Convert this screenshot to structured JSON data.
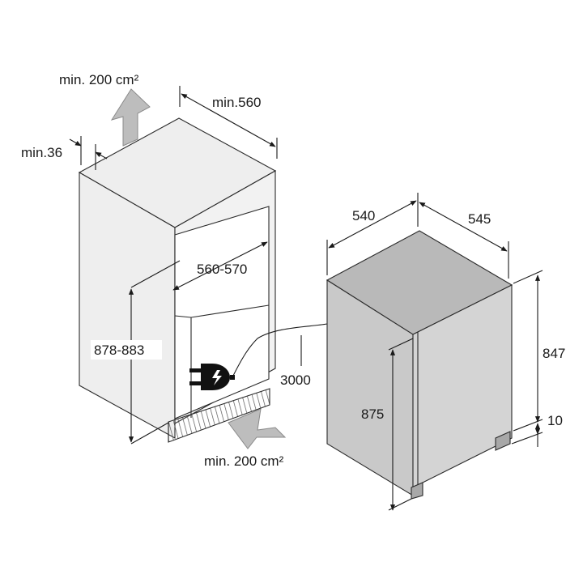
{
  "labels": {
    "vent_top": "min. 200 cm²",
    "vent_bottom": "min. 200 cm²",
    "depth_min": "min.560",
    "gap_min": "min.36",
    "niche_width": "560-570",
    "niche_height": "878-883",
    "cable_length": "3000",
    "appliance_width": "540",
    "appliance_depth": "545",
    "appliance_height_front": "875",
    "appliance_height_side": "847",
    "foot_height": "10"
  },
  "colors": {
    "cabinet_fill": "#eeeeee",
    "appliance_front": "#c9c9c9",
    "appliance_side": "#d4d4d4",
    "appliance_top": "#b9b9b9",
    "arrow_fill": "#bdbdbd",
    "line": "#1a1a1a"
  },
  "icons": {
    "power_plug": "power-plug-icon",
    "vent_arrow_up": "arrow-up-icon",
    "vent_arrow_in": "arrow-right-icon"
  }
}
